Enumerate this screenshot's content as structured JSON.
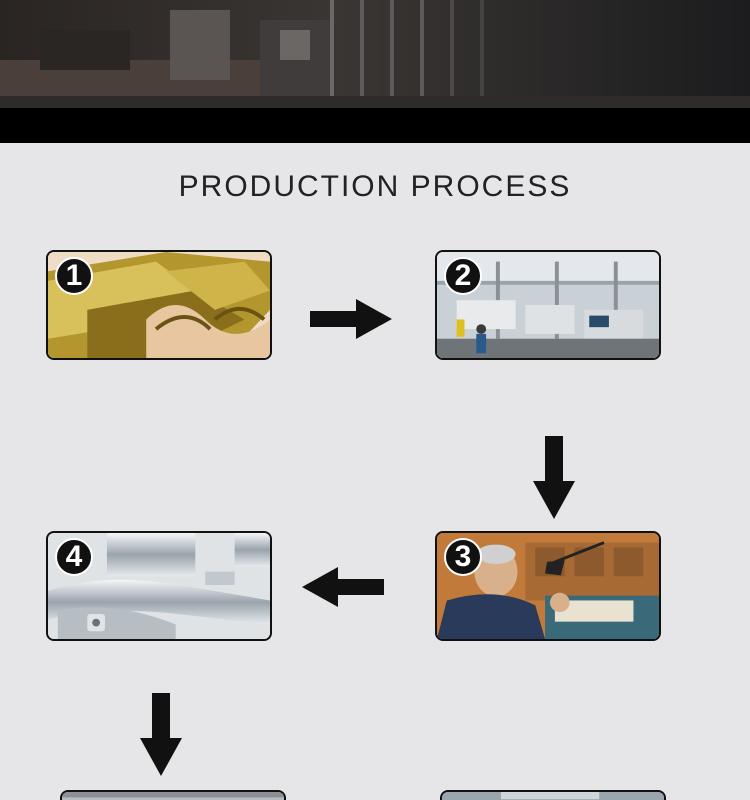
{
  "title": "PRODUCTION PROCESS",
  "steps": [
    {
      "number": "1",
      "subject": "gold-ingots"
    },
    {
      "number": "2",
      "subject": "cnc-workshop"
    },
    {
      "number": "3",
      "subject": "craftsman-polishing"
    },
    {
      "number": "4",
      "subject": "chrome-handles"
    }
  ],
  "colors": {
    "background": "#e6e6e8",
    "text": "#222222",
    "arrow": "#111111",
    "badge": "#111111"
  }
}
